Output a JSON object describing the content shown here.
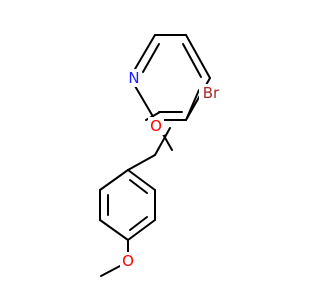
{
  "molecule": {
    "atoms": {
      "nitrogen": {
        "label": "N",
        "color": "#1e1eff"
      },
      "bromine": {
        "label": "Br",
        "color": "#a52a2a"
      },
      "ether_oxygen": {
        "label": "O",
        "color": "#ff0000"
      },
      "methoxy_oxygen": {
        "label": "O",
        "color": "#ff0000"
      }
    }
  }
}
